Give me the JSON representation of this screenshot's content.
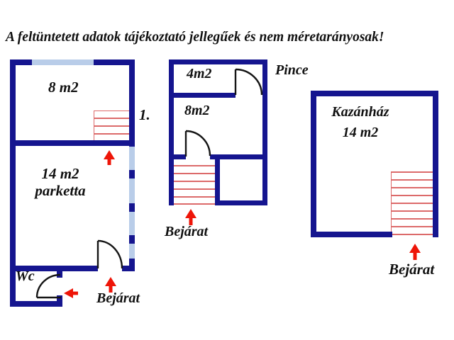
{
  "disclaimer": "A feltüntetett adatok tájékoztató jellegűek és nem méretarányosak!",
  "colors": {
    "wall": "#15158f",
    "window": "#b9cde9",
    "stair": "#dc6a6a",
    "arrow": "#ee1508",
    "ink": "#101010"
  },
  "icons": {
    "entrance_arrow_up": "red upward arrow",
    "wc_arrow_left": "red leftward arrow"
  },
  "plans": {
    "ground": {
      "floor_number": "1.",
      "room_top": "8 m2",
      "room_main": "14 m2",
      "room_main_floor": "parketta",
      "room_wc": "Wc",
      "entrance": "Bejárat"
    },
    "cellar": {
      "name": "Pince",
      "room_top": "4m2",
      "room_main": "8m2",
      "entrance": "Bejárat"
    },
    "boiler": {
      "room": "Kazánház",
      "room_area": "14 m2",
      "entrance": "Bejárat"
    }
  }
}
